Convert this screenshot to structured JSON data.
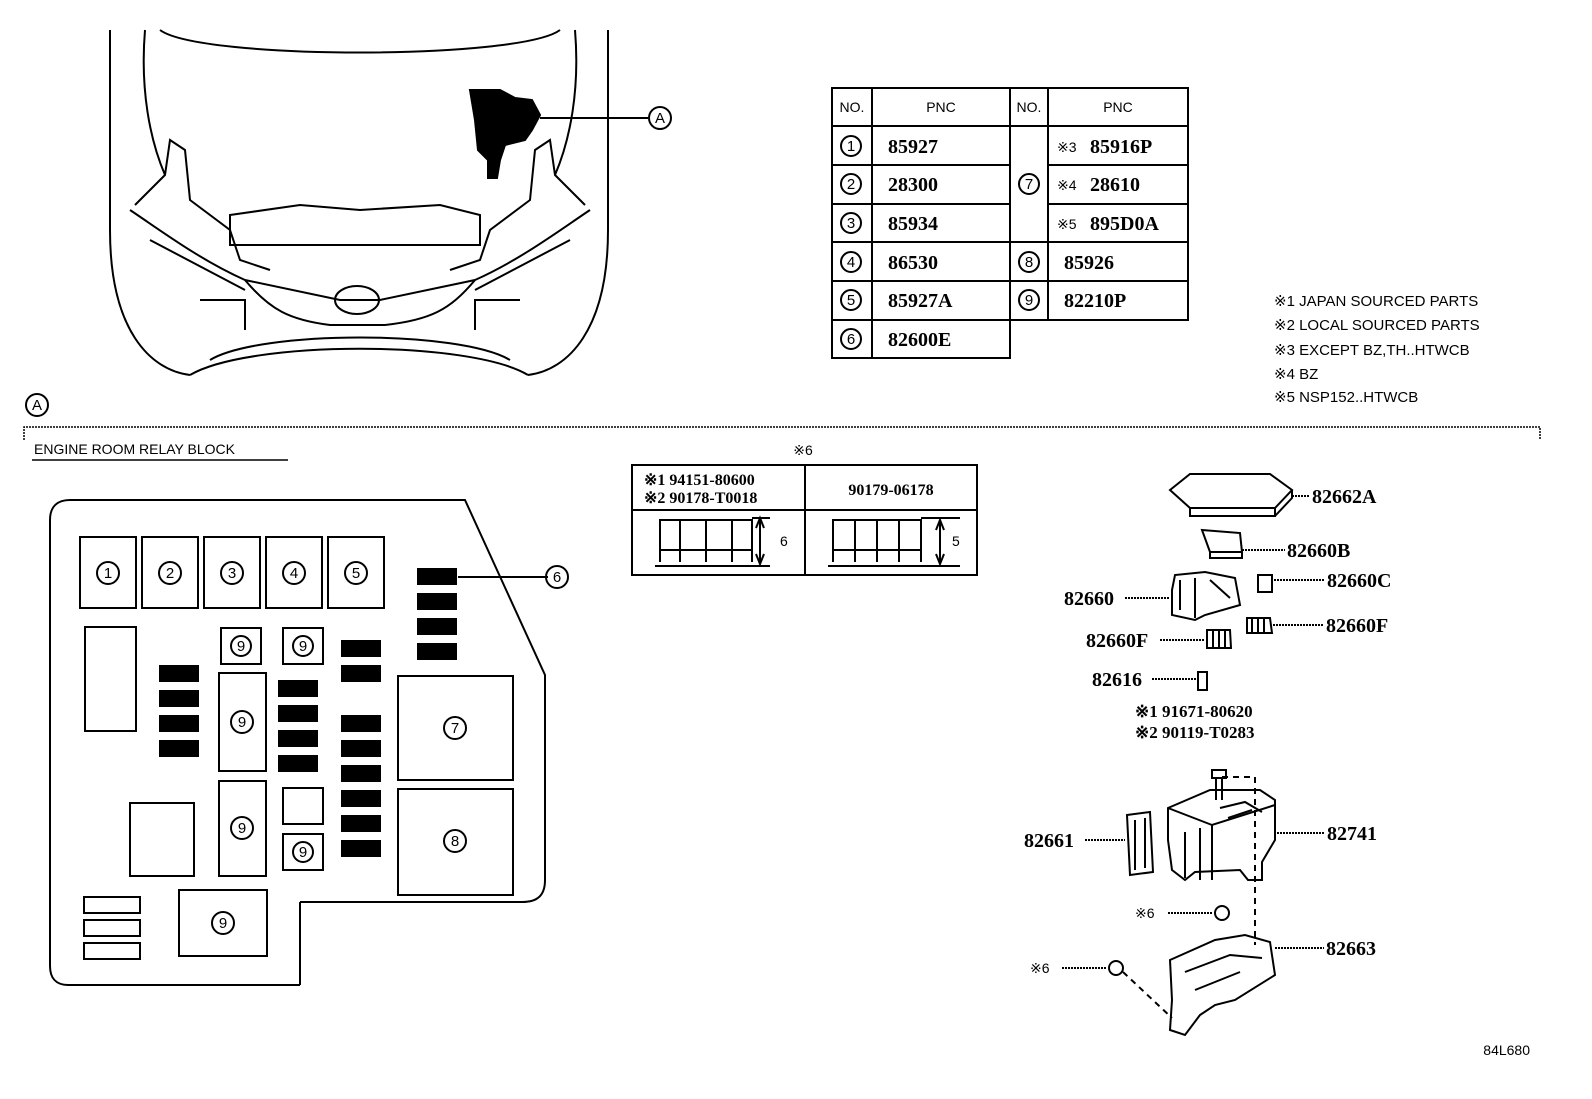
{
  "callout_letter": "A",
  "section_title": "ENGINE ROOM RELAY BLOCK",
  "diagram_code": "84L680",
  "pnc_table": {
    "headers": [
      "NO.",
      "PNC",
      "NO.",
      "PNC"
    ],
    "left_rows": [
      {
        "no": "1",
        "pnc": "85927"
      },
      {
        "no": "2",
        "pnc": "28300"
      },
      {
        "no": "3",
        "pnc": "85934"
      },
      {
        "no": "4",
        "pnc": "86530"
      },
      {
        "no": "5",
        "pnc": "85927A"
      },
      {
        "no": "6",
        "pnc": "82600E"
      }
    ],
    "right_rows": [
      {
        "no": "7",
        "entries": [
          {
            "mark": "※3",
            "pnc": "85916P"
          },
          {
            "mark": "※4",
            "pnc": "28610"
          },
          {
            "mark": "※5",
            "pnc": "895D0A"
          }
        ]
      },
      {
        "no": "8",
        "pnc": "85926"
      },
      {
        "no": "9",
        "pnc": "82210P"
      }
    ]
  },
  "notes": [
    "※1 JAPAN SOURCED PARTS",
    "※2 LOCAL SOURCED PARTS",
    "※3 EXCEPT BZ,TH..HTWCB",
    "※4 BZ",
    "※5 NSP152..HTWCB"
  ],
  "nut_table": {
    "title": "※6",
    "col1": [
      "※1 94151-80600",
      "※2 90178-T0018"
    ],
    "col2": "90179-06178",
    "dim1": "6",
    "dim2": "5"
  },
  "relay_block": {
    "top_labels": [
      "1",
      "2",
      "3",
      "4",
      "5"
    ],
    "callout_6": "6",
    "label_7": "7",
    "label_8": "8",
    "label_9": "9"
  },
  "parts": {
    "p82662A": "82662A",
    "p82660B": "82660B",
    "p82660C": "82660C",
    "p82660": "82660",
    "p82660F_left": "82660F",
    "p82660F_right": "82660F",
    "p82616": "82616",
    "bolt1": "※1 91671-80620",
    "bolt2": "※2 90119-T0283",
    "p82661": "82661",
    "p82741": "82741",
    "nut_a": "※6",
    "p82663": "82663",
    "nut_b": "※6"
  }
}
